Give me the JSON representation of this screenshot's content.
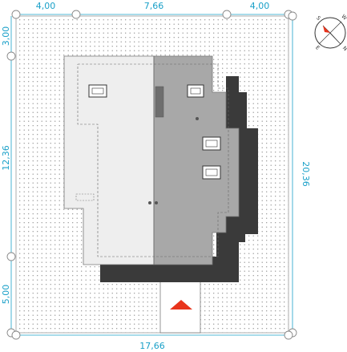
{
  "dimensions": {
    "top": [
      "4,00",
      "7,66",
      "4,00"
    ],
    "left": [
      "3,00",
      "12,36",
      "5,00"
    ],
    "right": "20,36",
    "bottom": "17,66"
  },
  "compass": {
    "letters": [
      "S",
      "W",
      "E",
      "N"
    ]
  },
  "colors": {
    "dimension": "#1aa0c8",
    "roof_light": "#eeeeee",
    "roof_dark": "#a8a8a8",
    "shadow": "#3a3a3a",
    "entrance_marker": "#e8341c",
    "plot_dots": "#909090"
  }
}
